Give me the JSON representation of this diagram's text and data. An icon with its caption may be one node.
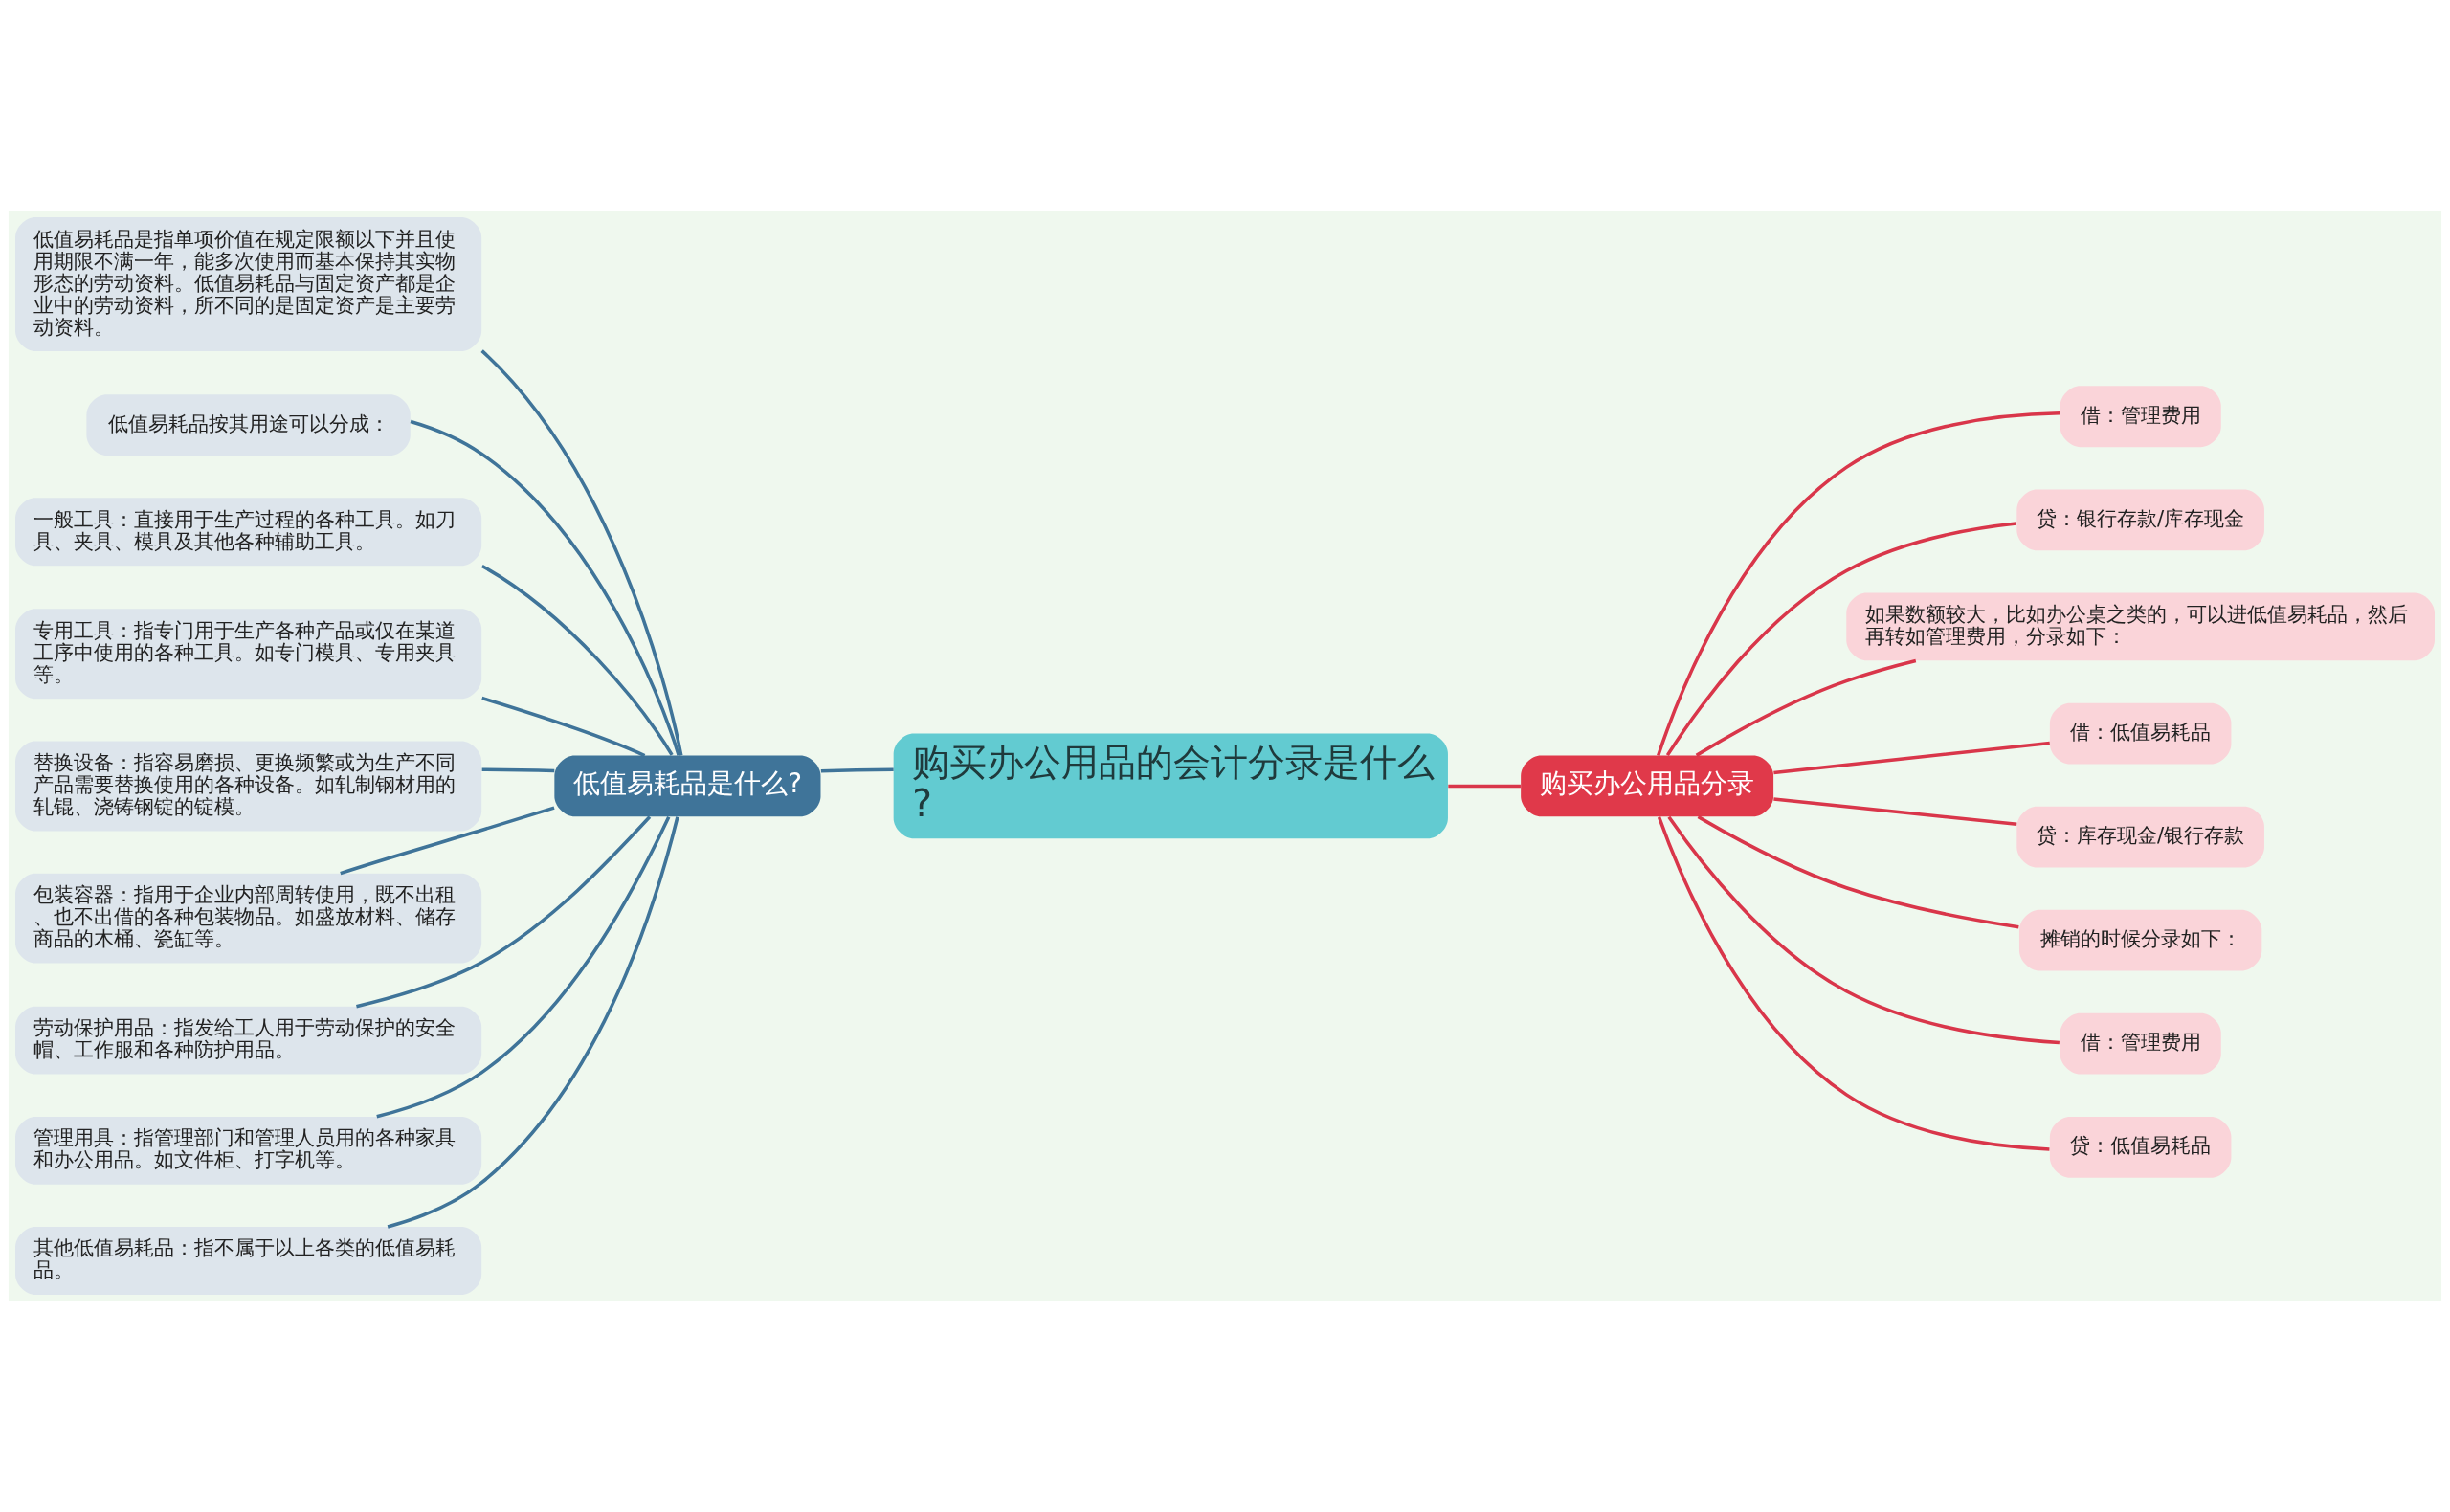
{
  "diagram": {
    "nodes": [
      {
        "text": [
          "购买办公用品的会计分录是什么?"
        ]
      },
      {
        "text": [
          "低值易耗品是什么?"
        ]
      },
      {
        "text": [
          "低值易耗品是指单项价值在规定限额以下并且使用期限不满一年，能多次使用而基本保持其实物形态的劳动资料。低值易耗品与固定资产都是企业中的劳动资料，所不同的是固定资产是主要劳动资料。"
        ]
      },
      {
        "text": [
          "低值易耗品按其用途可以分成："
        ]
      },
      {
        "text": [
          "一般工具：直接用于生产过程的各种工具。如刀具、夹具、模具及其他各种辅助工具。"
        ]
      },
      {
        "text": [
          "专用工具：指专门用于生产各种产品或仅在某道工序中使用的各种工具。如专门模具、专用夹具等。"
        ]
      },
      {
        "text": [
          "替换设备：指容易磨损、更换频繁或为生产不同产品需要替换使用的各种设备。如轧制钢材用的轧锟、浇铸钢锭的锭模。"
        ]
      },
      {
        "text": [
          "包装容器：指用于企业内部周转使用，既不出租、也不出借的各种包装物品。如盛放材料、储存商品的木桶、瓷缸等。"
        ]
      },
      {
        "text": [
          "劳动保护用品：指发给工人用于劳动保护的安全帽、工作服和各种防护用品。"
        ]
      },
      {
        "text": [
          "管理用具：指管理部门和管理人员用的各种家具和办公用品。如文件柜、打字机等。"
        ]
      },
      {
        "text": [
          "其他低值易耗品：指不属于以上各类的低值易耗品。"
        ]
      },
      {
        "text": [
          "购买办公用品分录"
        ]
      },
      {
        "text": [
          "借：管理费用"
        ]
      },
      {
        "text": [
          "贷：银行存款/库存现金"
        ]
      },
      {
        "text": [
          "如果数额较大，比如办公桌之类的，可以进低值易耗品，然后再转如管理费用，分录如下："
        ]
      },
      {
        "text": [
          "借：低值易耗品"
        ]
      },
      {
        "text": [
          "贷：库存现金/银行存款"
        ]
      },
      {
        "text": [
          "摊销的时候分录如下："
        ]
      },
      {
        "text": [
          "借：管理费用"
        ]
      },
      {
        "text": [
          "贷：低值易耗品"
        ]
      }
    ],
    "edges": [
      {
        "from": 0,
        "to": 1,
        "arrow": "none"
      },
      {
        "from": 1,
        "to": 2,
        "arrow": "none"
      },
      {
        "from": 1,
        "to": 3,
        "arrow": "none"
      },
      {
        "from": 1,
        "to": 4,
        "arrow": "none"
      },
      {
        "from": 1,
        "to": 5,
        "arrow": "none"
      },
      {
        "from": 1,
        "to": 6,
        "arrow": "none"
      },
      {
        "from": 1,
        "to": 7,
        "arrow": "none"
      },
      {
        "from": 1,
        "to": 8,
        "arrow": "none"
      },
      {
        "from": 1,
        "to": 9,
        "arrow": "none"
      },
      {
        "from": 1,
        "to": 10,
        "arrow": "none"
      },
      {
        "from": 0,
        "to": 11,
        "arrow": "none",
        "color": "#d9364a"
      },
      {
        "from": 11,
        "to": 12,
        "arrow": "none",
        "color": "#d9364a"
      },
      {
        "from": 11,
        "to": 13,
        "arrow": "none",
        "color": "#d9364a"
      },
      {
        "from": 11,
        "to": 14,
        "arrow": "none",
        "color": "#d9364a"
      },
      {
        "from": 11,
        "to": 15,
        "arrow": "none",
        "color": "#d9364a"
      },
      {
        "from": 11,
        "to": 16,
        "arrow": "none",
        "color": "#d9364a"
      },
      {
        "from": 11,
        "to": 17,
        "arrow": "none",
        "color": "#d9364a"
      },
      {
        "from": 11,
        "to": 18,
        "arrow": "none",
        "color": "#d9364a"
      },
      {
        "from": 11,
        "to": 19,
        "arrow": "none",
        "color": "#d9364a"
      }
    ]
  }
}
